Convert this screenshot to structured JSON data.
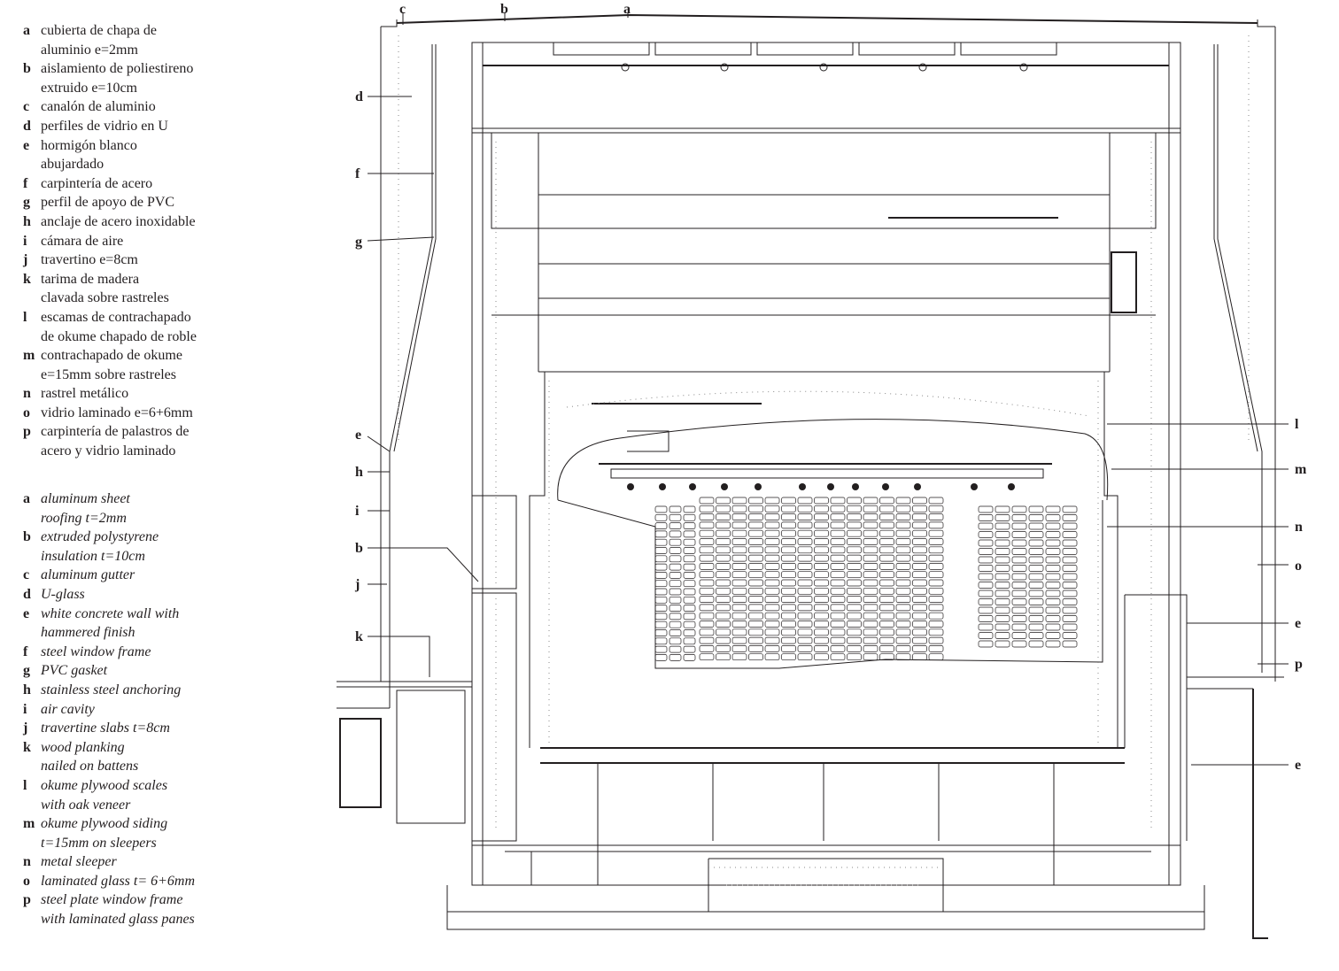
{
  "legend_es": [
    {
      "key": "a",
      "text": "cubierta de chapa de\naluminio e=2mm"
    },
    {
      "key": "b",
      "text": "aislamiento de poliestireno\nextruido e=10cm"
    },
    {
      "key": "c",
      "text": "canalón de aluminio"
    },
    {
      "key": "d",
      "text": "perfiles de vidrio en U"
    },
    {
      "key": "e",
      "text": "hormigón blanco\nabujardado"
    },
    {
      "key": "f",
      "text": "carpintería de acero"
    },
    {
      "key": "g",
      "text": "perfil de apoyo de PVC"
    },
    {
      "key": "h",
      "text": "anclaje de acero inoxidable"
    },
    {
      "key": "i",
      "text": "cámara de aire"
    },
    {
      "key": "j",
      "text": "travertino e=8cm"
    },
    {
      "key": "k",
      "text": "tarima de madera\nclavada sobre rastreles"
    },
    {
      "key": "l",
      "text": "escamas de contrachapado\nde okume chapado de roble"
    },
    {
      "key": "m",
      "text": "contrachapado de okume\ne=15mm sobre rastreles"
    },
    {
      "key": "n",
      "text": "rastrel metálico"
    },
    {
      "key": "o",
      "text": "vidrio laminado e=6+6mm"
    },
    {
      "key": "p",
      "text": "carpintería de palastros de\nacero y vidrio laminado"
    }
  ],
  "legend_en": [
    {
      "key": "a",
      "text": "aluminum sheet\nroofing t=2mm"
    },
    {
      "key": "b",
      "text": "extruded polystyrene\ninsulation t=10cm"
    },
    {
      "key": "c",
      "text": "aluminum gutter"
    },
    {
      "key": "d",
      "text": "U-glass"
    },
    {
      "key": "e",
      "text": "white concrete wall with\nhammered finish"
    },
    {
      "key": "f",
      "text": "steel window frame"
    },
    {
      "key": "g",
      "text": "PVC gasket"
    },
    {
      "key": "h",
      "text": "stainless steel anchoring"
    },
    {
      "key": "i",
      "text": "air cavity"
    },
    {
      "key": "j",
      "text": "travertine slabs t=8cm"
    },
    {
      "key": "k",
      "text": "wood planking\nnailed on battens"
    },
    {
      "key": "l",
      "text": "okume plywood scales\nwith oak veneer"
    },
    {
      "key": "m",
      "text": "okume plywood siding\nt=15mm on sleepers"
    },
    {
      "key": "n",
      "text": "metal sleeper"
    },
    {
      "key": "o",
      "text": "laminated glass t= 6+6mm"
    },
    {
      "key": "p",
      "text": "steel plate window frame\nwith laminated glass panes"
    }
  ],
  "callouts": {
    "top": [
      "c",
      "b",
      "a"
    ],
    "left": [
      "d",
      "f",
      "g",
      "e",
      "h",
      "i",
      "b",
      "j",
      "k"
    ],
    "right": [
      "l",
      "m",
      "n",
      "o",
      "e",
      "p",
      "e"
    ]
  }
}
